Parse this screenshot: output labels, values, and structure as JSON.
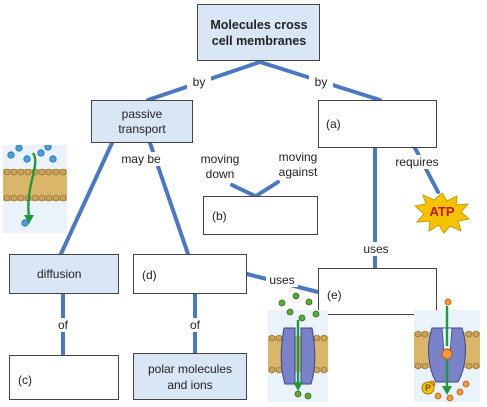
{
  "nodes": {
    "title": "Molecules cross cell membranes",
    "passive_transport": "passive transport",
    "a": "(a)",
    "b": "(b)",
    "c": "(c)",
    "d": "(d)",
    "e": "(e)",
    "diffusion": "diffusion",
    "polar_molecules_ions": "polar molecules and ions"
  },
  "links": {
    "by_left": "by",
    "by_right": "by",
    "may_be": "may be",
    "moving_down": "moving down",
    "moving_against": "moving against",
    "requires": "requires",
    "uses_a": "uses",
    "uses_d": "uses",
    "of_c": "of",
    "of_polar": "of"
  },
  "atp": {
    "label": "ATP"
  },
  "phosphate": {
    "label": "P"
  },
  "colors": {
    "line": "#4a78c2",
    "box_blue": "#d9e6f5",
    "atp_fill": "#f5c400",
    "atp_text": "#c8102e",
    "membrane": "#c9a35b",
    "protein": "#7a82c9",
    "solute": "#5aaa3a",
    "arrow": "#1f9a3a"
  }
}
